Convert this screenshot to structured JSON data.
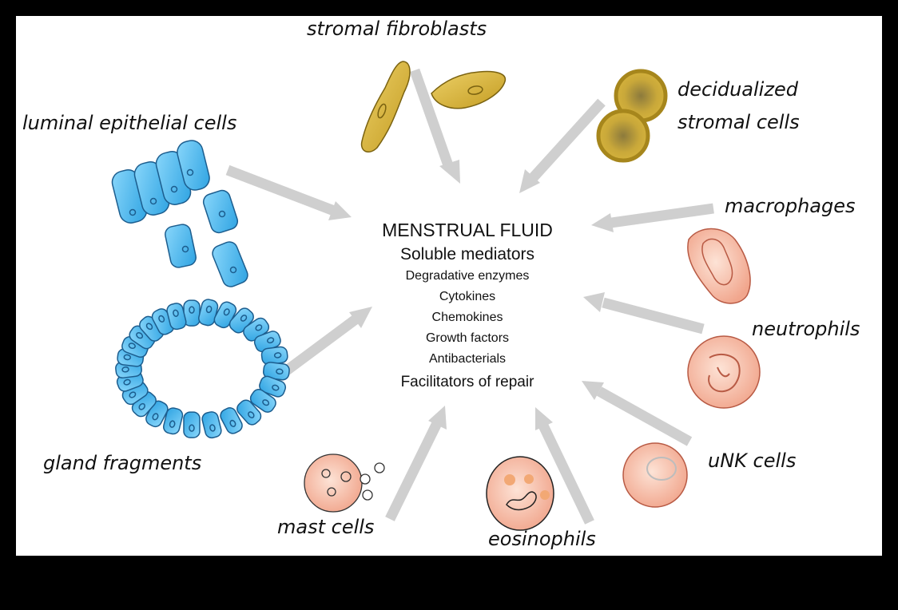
{
  "labels": {
    "stromal_fibroblasts": "stromal fibroblasts",
    "decidualized_stromal_cells_line1": "decidualized",
    "decidualized_stromal_cells_line2": "stromal cells",
    "luminal_epithelial_cells": "luminal epithelial cells",
    "macrophages": "macrophages",
    "neutrophils": "neutrophils",
    "gland_fragments": "gland fragments",
    "unk_cells": "uNK cells",
    "mast_cells": "mast cells",
    "eosinophils": "eosinophils"
  },
  "center": {
    "title": "MENSTRUAL FLUID",
    "subtitle": "Soluble mediators",
    "items": [
      "Degradative enzymes",
      "Cytokines",
      "Chemokines",
      "Growth  factors",
      "Antibacterials"
    ],
    "footer": "Facilitators of repair"
  },
  "colors": {
    "frame": "#000000",
    "background": "#ffffff",
    "arrow": "#cfcfcf",
    "epithelial_fill": "#4fb6ea",
    "epithelial_stroke": "#1c5d8e",
    "fibroblast_fill": "#d8b636",
    "decidual_fill": "#c9a52a",
    "immune_fill": "#f6c2ad",
    "immune_stroke": "#b85a44"
  },
  "icons": [
    "fibroblast-cell-icon",
    "decidual-cell-icon",
    "epithelial-cell-icon",
    "gland-icon",
    "macrophage-icon",
    "neutrophil-icon",
    "unk-cell-icon",
    "eosinophil-icon",
    "mast-cell-icon",
    "arrow-icon"
  ]
}
